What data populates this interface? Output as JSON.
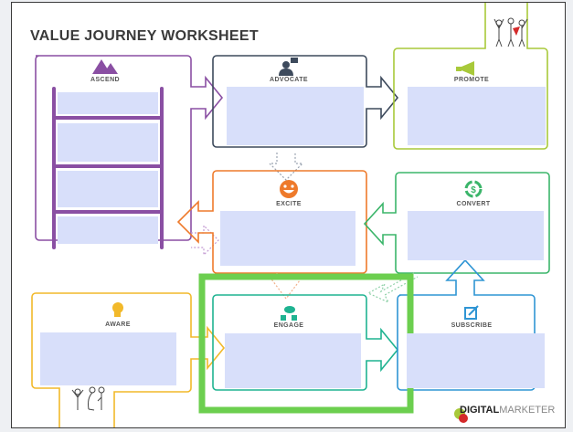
{
  "title": "VALUE JOURNEY WORKSHEET",
  "stages": {
    "ascend": {
      "label": "ASCEND",
      "color": "#8a4fa3",
      "icon": "mountains-icon"
    },
    "advocate": {
      "label": "ADVOCATE",
      "color": "#3d4a5c",
      "icon": "person-speech-icon"
    },
    "promote": {
      "label": "PROMOTE",
      "color": "#a8c93a",
      "icon": "megaphone-icon"
    },
    "excite": {
      "label": "EXCITE",
      "color": "#ee7a2b",
      "icon": "smiley-icon"
    },
    "convert": {
      "label": "CONVERT",
      "color": "#3bb56a",
      "icon": "dollar-cycle-icon"
    },
    "aware": {
      "label": "AWARE",
      "color": "#f2b92a",
      "icon": "head-lightbulb-icon"
    },
    "engage": {
      "label": "ENGAGE",
      "color": "#1fb391",
      "icon": "people-chat-icon"
    },
    "subscribe": {
      "label": "SUBSCRIBE",
      "color": "#2f95d4",
      "icon": "edit-square-icon"
    }
  },
  "highlight": {
    "target": "engage",
    "color": "#6ccf4f"
  },
  "field_color": "#d8dffa",
  "logo": {
    "bold": "DIGITAL",
    "light": "MARKETER"
  }
}
